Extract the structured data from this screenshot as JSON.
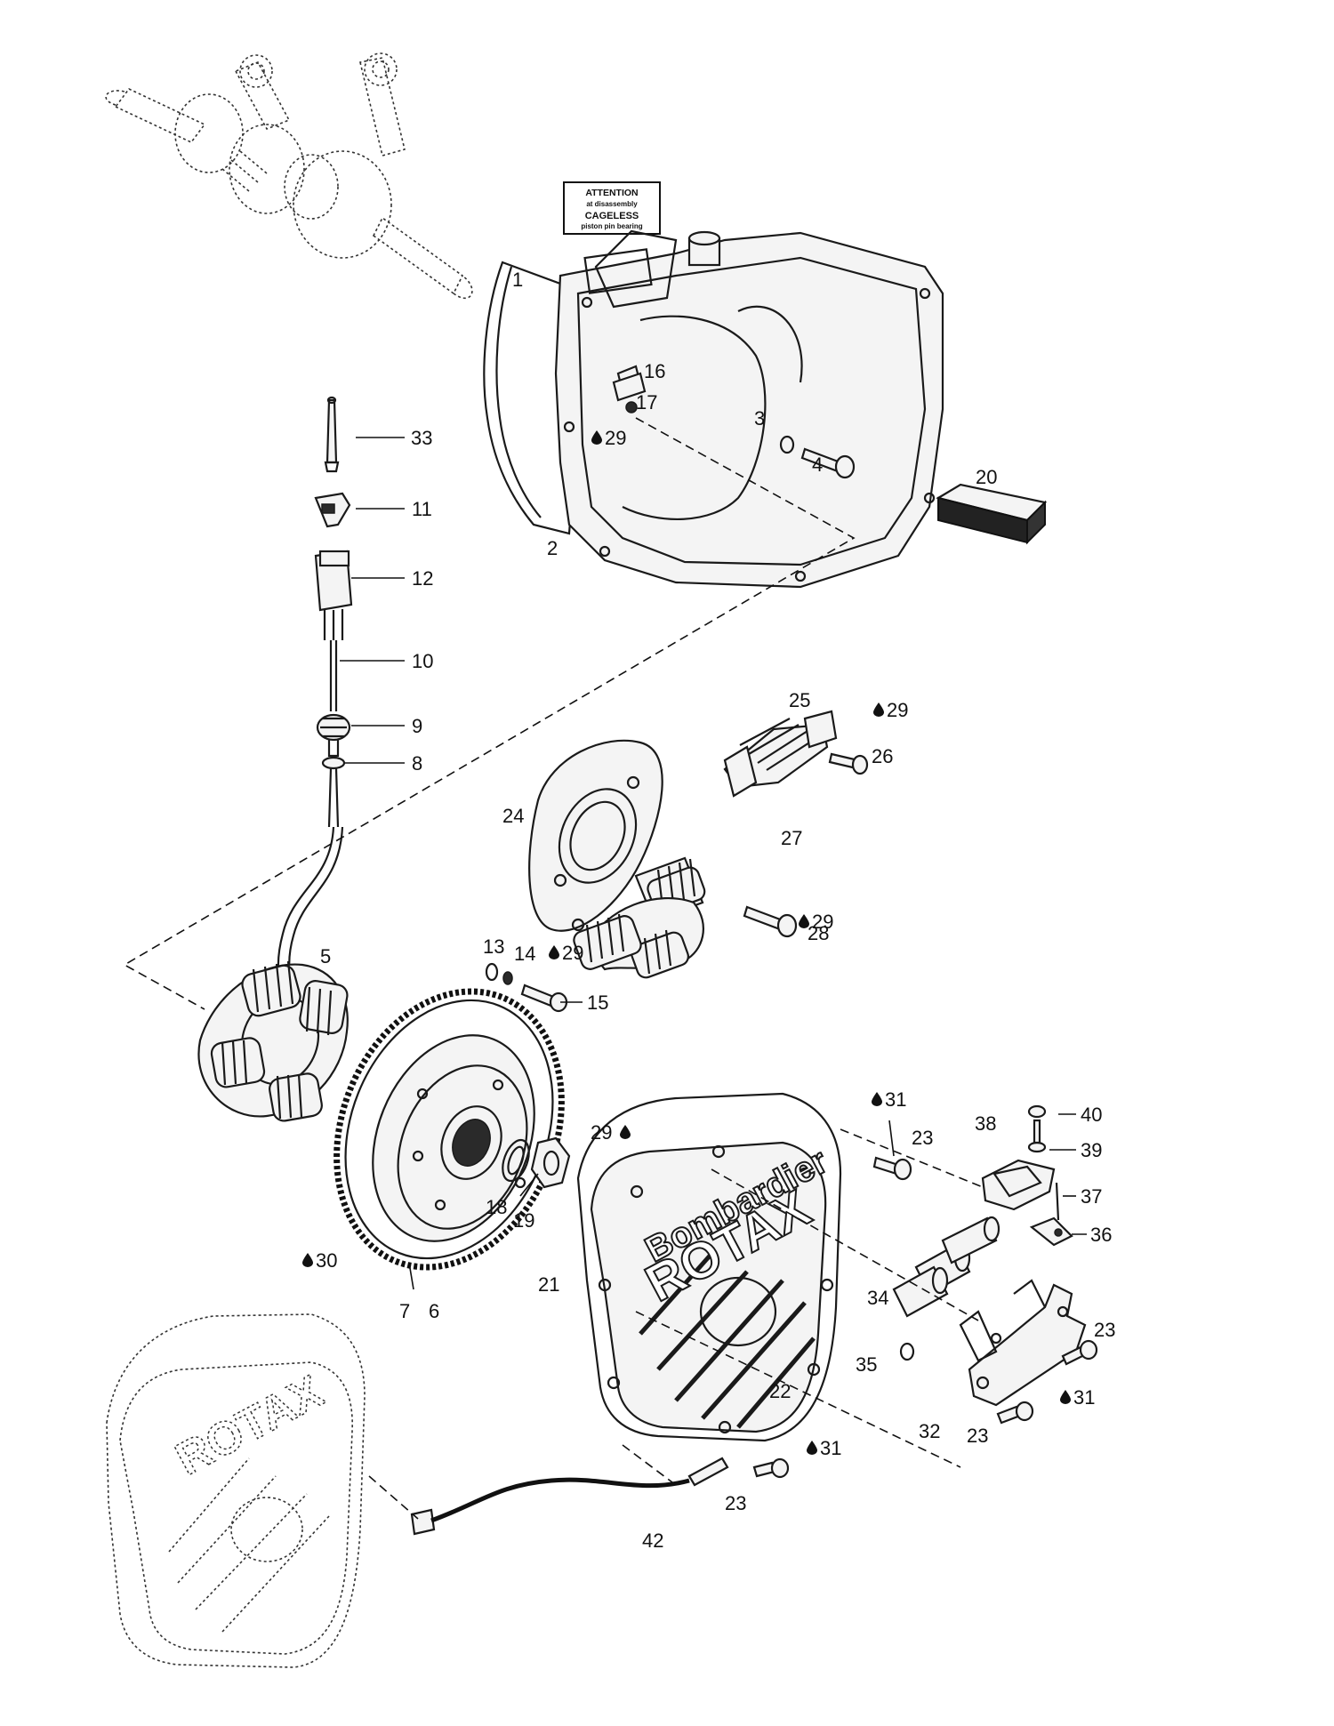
{
  "warning_label": {
    "lines": [
      "ATTENTION",
      "at disassembly",
      "CAGELESS",
      "piston pin bearing"
    ]
  },
  "cover_brand": {
    "line1": "Bombardier",
    "line2": "ROTAX"
  },
  "icons": {
    "lubricant_drop": "drop-icon"
  },
  "callouts": [
    {
      "id": "c1",
      "text": "1"
    },
    {
      "id": "c2",
      "text": "2"
    },
    {
      "id": "c3",
      "text": "3"
    },
    {
      "id": "c4",
      "text": "4"
    },
    {
      "id": "c5",
      "text": "5"
    },
    {
      "id": "c6",
      "text": "6"
    },
    {
      "id": "c7",
      "text": "7"
    },
    {
      "id": "c8",
      "text": "8"
    },
    {
      "id": "c9",
      "text": "9"
    },
    {
      "id": "c10",
      "text": "10"
    },
    {
      "id": "c11",
      "text": "11"
    },
    {
      "id": "c12",
      "text": "12"
    },
    {
      "id": "c13",
      "text": "13"
    },
    {
      "id": "c14",
      "text": "14"
    },
    {
      "id": "c15",
      "text": "15"
    },
    {
      "id": "c16",
      "text": "16"
    },
    {
      "id": "c17",
      "text": "17"
    },
    {
      "id": "c18",
      "text": "18"
    },
    {
      "id": "c19",
      "text": "19"
    },
    {
      "id": "c20",
      "text": "20"
    },
    {
      "id": "c21",
      "text": "21"
    },
    {
      "id": "c22",
      "text": "22"
    },
    {
      "id": "c23a",
      "text": "23"
    },
    {
      "id": "c23b",
      "text": "23"
    },
    {
      "id": "c23c",
      "text": "23"
    },
    {
      "id": "c23d",
      "text": "23"
    },
    {
      "id": "c24",
      "text": "24"
    },
    {
      "id": "c25",
      "text": "25"
    },
    {
      "id": "c26",
      "text": "26"
    },
    {
      "id": "c27",
      "text": "27"
    },
    {
      "id": "c28",
      "text": "28"
    },
    {
      "id": "c29a",
      "text": "29"
    },
    {
      "id": "c29b",
      "text": "29"
    },
    {
      "id": "c29c",
      "text": "29"
    },
    {
      "id": "c29d",
      "text": "29"
    },
    {
      "id": "c29e",
      "text": "29"
    },
    {
      "id": "c30",
      "text": "30"
    },
    {
      "id": "c31a",
      "text": "31"
    },
    {
      "id": "c31b",
      "text": "31"
    },
    {
      "id": "c31c",
      "text": "31"
    },
    {
      "id": "c32",
      "text": "32"
    },
    {
      "id": "c33",
      "text": "33"
    },
    {
      "id": "c34",
      "text": "34"
    },
    {
      "id": "c35",
      "text": "35"
    },
    {
      "id": "c36",
      "text": "36"
    },
    {
      "id": "c37",
      "text": "37"
    },
    {
      "id": "c38",
      "text": "38"
    },
    {
      "id": "c39",
      "text": "39"
    },
    {
      "id": "c40",
      "text": "40"
    },
    {
      "id": "c42",
      "text": "42"
    }
  ]
}
